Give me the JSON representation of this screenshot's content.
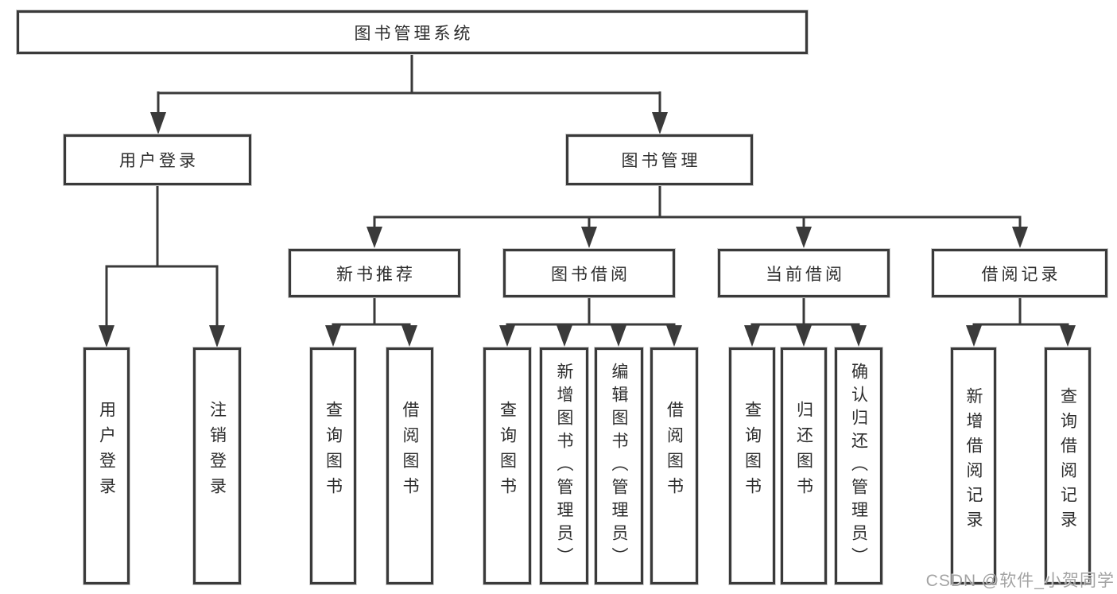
{
  "title": "图书管理系统",
  "nodes": {
    "root": "图书管理系统",
    "user_login": "用户登录",
    "book_mgmt": "图书管理",
    "new_books": "新书推荐",
    "book_borrow": "图书借阅",
    "current_borrow": "当前借阅",
    "borrow_records": "借阅记录",
    "leaf_user_login": "用户登录",
    "leaf_logout": "注销登录",
    "leaf_nb_query": "查询图书",
    "leaf_nb_borrow": "借阅图书",
    "leaf_bb_query": "查询图书",
    "leaf_bb_add": "新增图书（管理员）",
    "leaf_bb_edit": "编辑图书（管理员）",
    "leaf_bb_borrow": "借阅图书",
    "leaf_cb_query": "查询图书",
    "leaf_cb_return": "归还图书",
    "leaf_cb_confirm": "确认归还（管理员）",
    "leaf_br_add": "新增借阅记录",
    "leaf_br_query": "查询借阅记录"
  },
  "watermark": "CSDN @软件_小贺同学",
  "colors": {
    "line": "#3a3a3a",
    "text": "#2d2d2d",
    "box_background": "#ffffff",
    "watermark": "#9a9a9a",
    "background": "#ffffff"
  }
}
